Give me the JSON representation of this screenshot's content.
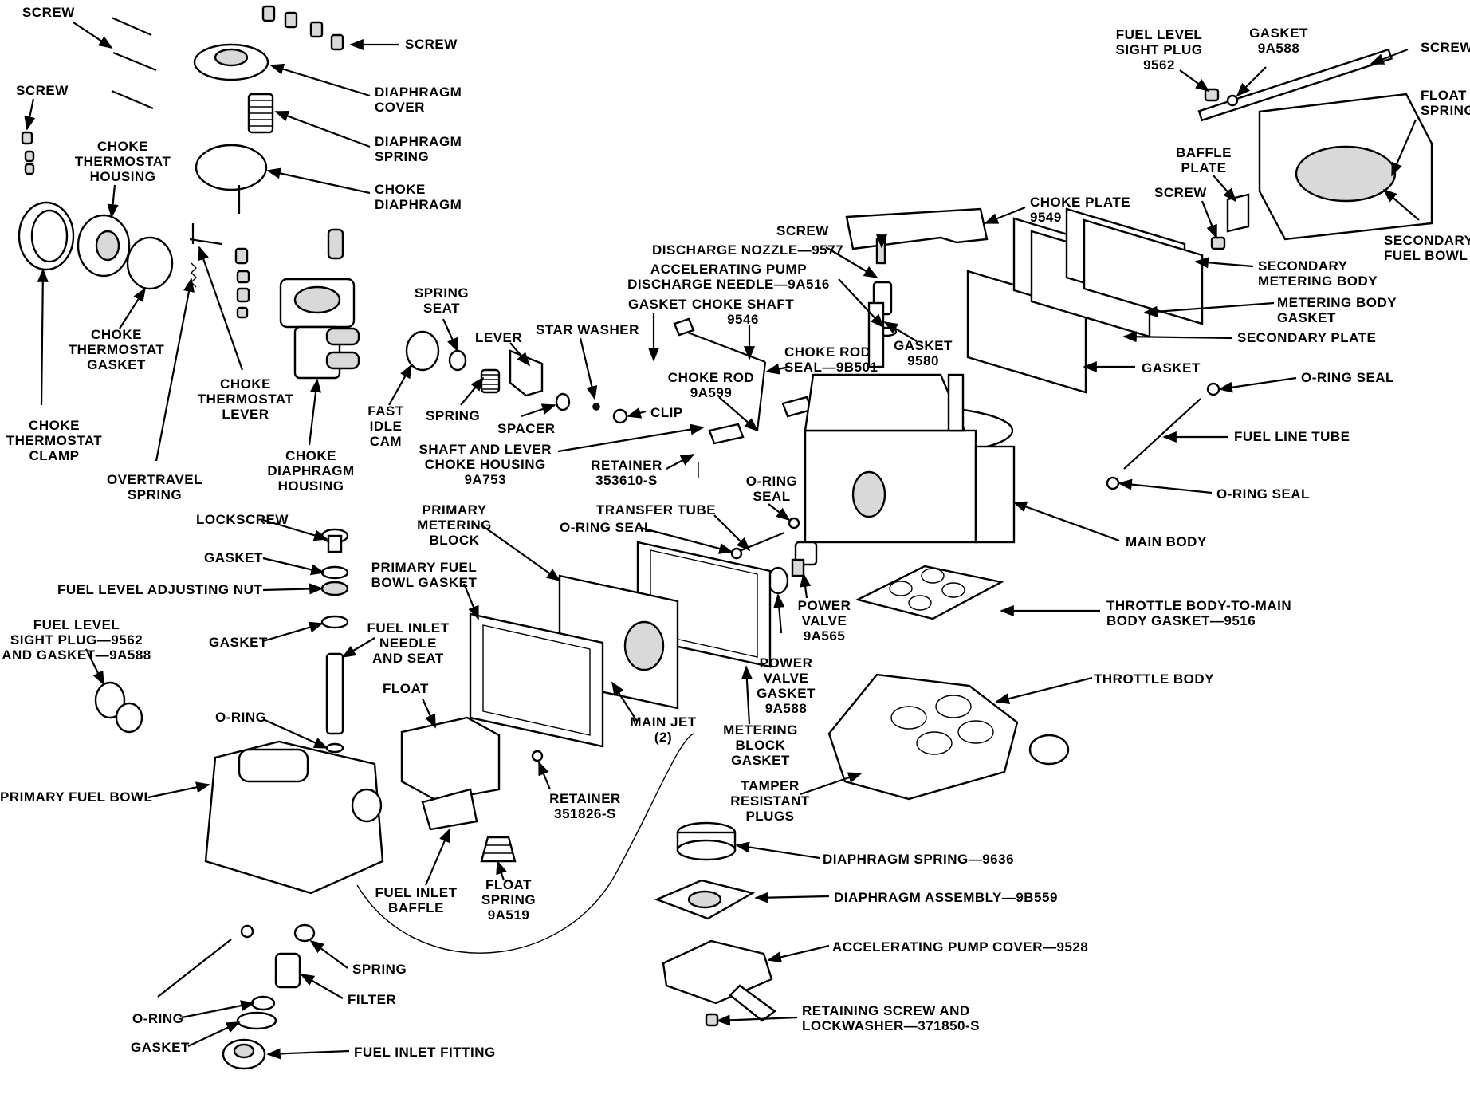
{
  "labels": {
    "screw_top_left": "SCREW",
    "screw_top_center": "SCREW",
    "diaphragm_cover": "DIAPHRAGM\nCOVER",
    "diaphragm_spring": "DIAPHRAGM\nSPRING",
    "choke_diaphragm": "CHOKE\nDIAPHRAGM",
    "screw_left": "SCREW",
    "choke_thermostat_housing": "CHOKE\nTHERMOSTAT\nHOUSING",
    "choke_thermostat_gasket": "CHOKE\nTHERMOSTAT\nGASKET",
    "choke_thermostat_clamp": "CHOKE\nTHERMOSTAT\nCLAMP",
    "overtravel_spring": "OVERTRAVEL\nSPRING",
    "choke_thermostat_lever": "CHOKE\nTHERMOSTAT\nLEVER",
    "choke_diaphragm_housing": "CHOKE\nDIAPHRAGM\nHOUSING",
    "spring_seat": "SPRING\nSEAT",
    "fast_idle_cam": "FAST\nIDLE\nCAM",
    "spring": "SPRING",
    "lever": "LEVER",
    "spacer": "SPACER",
    "star_washer": "STAR WASHER",
    "clip": "CLIP",
    "gasket_mid": "GASKET",
    "choke_shaft": "CHOKE SHAFT\n9546",
    "choke_rod": "CHOKE ROD\n9A599",
    "choke_rod_seal": "CHOKE ROD\nSEAL—9B501",
    "shaft_lever_choke_housing": "SHAFT AND LEVER\nCHOKE HOUSING\n9A753",
    "retainer_353610": "RETAINER\n353610-S",
    "discharge_nozzle": "DISCHARGE NOZZLE—9577",
    "accel_pump_needle": "ACCELERATING PUMP\nDISCHARGE NEEDLE—9A516",
    "screw_mid": "SCREW",
    "choke_plate": "CHOKE PLATE\n9549",
    "gasket_9580": "GASKET\n9580",
    "fuel_level_sight_plug_tr": "FUEL LEVEL\nSIGHT PLUG\n9562",
    "gasket_9a588_tr": "GASKET\n9A588",
    "screw_tr": "SCREW",
    "float_spring_tr": "FLOAT\nSPRING",
    "baffle_plate": "BAFFLE\nPLATE",
    "screw_baffle": "SCREW",
    "secondary_fuel_bowl": "SECONDARY\nFUEL BOWL",
    "secondary_metering_body": "SECONDARY\nMETERING BODY",
    "metering_body_gasket": "METERING BODY\nGASKET",
    "secondary_plate": "SECONDARY PLATE",
    "gasket_right": "GASKET",
    "oring_seal_top": "O-RING SEAL",
    "fuel_line_tube": "FUEL LINE TUBE",
    "oring_seal_bottom": "O-RING SEAL",
    "main_body": "MAIN BODY",
    "throttle_body_gasket": "THROTTLE BODY-TO-MAIN\nBODY GASKET—9516",
    "throttle_body": "THROTTLE BODY",
    "lockscrew": "LOCKSCREW",
    "gasket_left1": "GASKET",
    "fuel_level_adjusting_nut": "FUEL LEVEL ADJUSTING NUT",
    "gasket_left2": "GASKET",
    "fuel_level_sight_plug_left": "FUEL LEVEL\nSIGHT PLUG—9562\nAND GASKET—9A588",
    "oring_left": "O-RING",
    "primary_fuel_bowl": "PRIMARY FUEL BOWL",
    "primary_metering_block": "PRIMARY\nMETERING\nBLOCK",
    "primary_fuel_bowl_gasket": "PRIMARY FUEL\nBOWL GASKET",
    "fuel_inlet_needle": "FUEL INLET\nNEEDLE\nAND SEAT",
    "float": "FLOAT",
    "transfer_tube": "TRANSFER TUBE",
    "oring_seal_mid": "O-RING SEAL",
    "oring_seal_mid2": "O-RING\nSEAL",
    "power_valve": "POWER\nVALVE\n9A565",
    "power_valve_gasket": "POWER\nVALVE\nGASKET\n9A588",
    "main_jet": "MAIN JET\n(2)",
    "metering_block_gasket": "METERING\nBLOCK\nGASKET",
    "tamper_resistant_plugs": "TAMPER\nRESISTANT\nPLUGS",
    "retainer_351826": "RETAINER\n351826-S",
    "float_spring": "FLOAT\nSPRING\n9A519",
    "fuel_inlet_baffle": "FUEL INLET\nBAFFLE",
    "diaphragm_spring_9636": "DIAPHRAGM SPRING—9636",
    "diaphragm_assembly": "DIAPHRAGM ASSEMBLY—9B559",
    "accel_pump_cover": "ACCELERATING PUMP COVER—9528",
    "retaining_screw": "RETAINING SCREW AND\nLOCKWASHER—371850-S",
    "spring_bottom": "SPRING",
    "filter": "FILTER",
    "oring_bottom": "O-RING",
    "gasket_bottom": "GASKET",
    "fuel_inlet_fitting": "FUEL INLET FITTING"
  }
}
